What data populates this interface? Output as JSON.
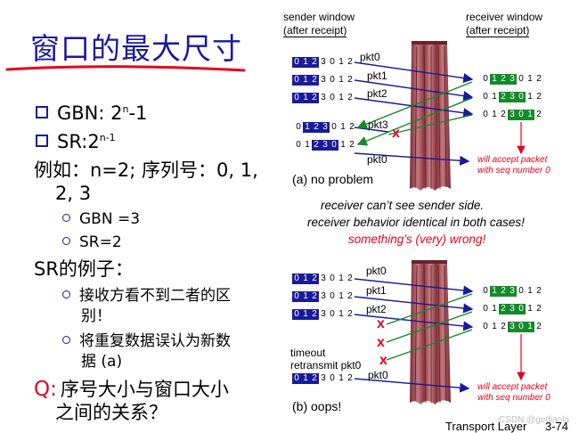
{
  "title": "窗口的最大尺寸",
  "left": {
    "bullets": [
      {
        "label_a": "GBN: 2",
        "sup": "n",
        "label_b": "-1"
      },
      {
        "label_a": "SR:2",
        "sup": "n-1",
        "label_b": ""
      }
    ],
    "example_line1": "例如：n=2; 序列号：0, 1,",
    "example_line2": "2, 3",
    "example_items": [
      "GBN =3",
      "SR=2"
    ],
    "sr_example_title": "SR的例子：",
    "sr_items": [
      {
        "line1": "接收方看不到二者的区",
        "line2": "别！"
      },
      {
        "line1": "将重复数据误认为新数",
        "line2": "据 (a)"
      }
    ],
    "question_mark": "Q:",
    "question_line1": "序号大小与窗口大小",
    "question_line2": "之间的关系？"
  },
  "diagram": {
    "sender_title_1": "sender window",
    "sender_title_2": "(after receipt)",
    "receiver_title_1": "receiver window",
    "receiver_title_2": "(after receipt)",
    "seq_digits": [
      "0",
      "1",
      "2",
      "3",
      "0",
      "1",
      "2"
    ],
    "packets_a": [
      "pkt0",
      "pkt1",
      "pkt2",
      "pkt3",
      "pkt0"
    ],
    "packets_b": [
      "pkt0",
      "pkt1",
      "pkt2",
      "pkt0"
    ],
    "x_glyph": "x",
    "accept_1": "will accept packet",
    "accept_2": "with seq number 0",
    "caption_a": "(a) no problem",
    "caption_b": "(b) oops!",
    "timeout_1": "timeout",
    "timeout_2": "retransmit pkt0",
    "middle_1": "receiver can’t see sender side.",
    "middle_2": "receiver behavior identical in both cases!",
    "middle_3": "something’s (very) wrong!"
  },
  "footer": "Transport Layer",
  "page_number": "3-74",
  "watermark": "CSDN @gediaola",
  "colors": {
    "blue": "#1a1a9a",
    "green": "#138a2b",
    "red": "#e8001c",
    "curtain": "#a0444c"
  }
}
